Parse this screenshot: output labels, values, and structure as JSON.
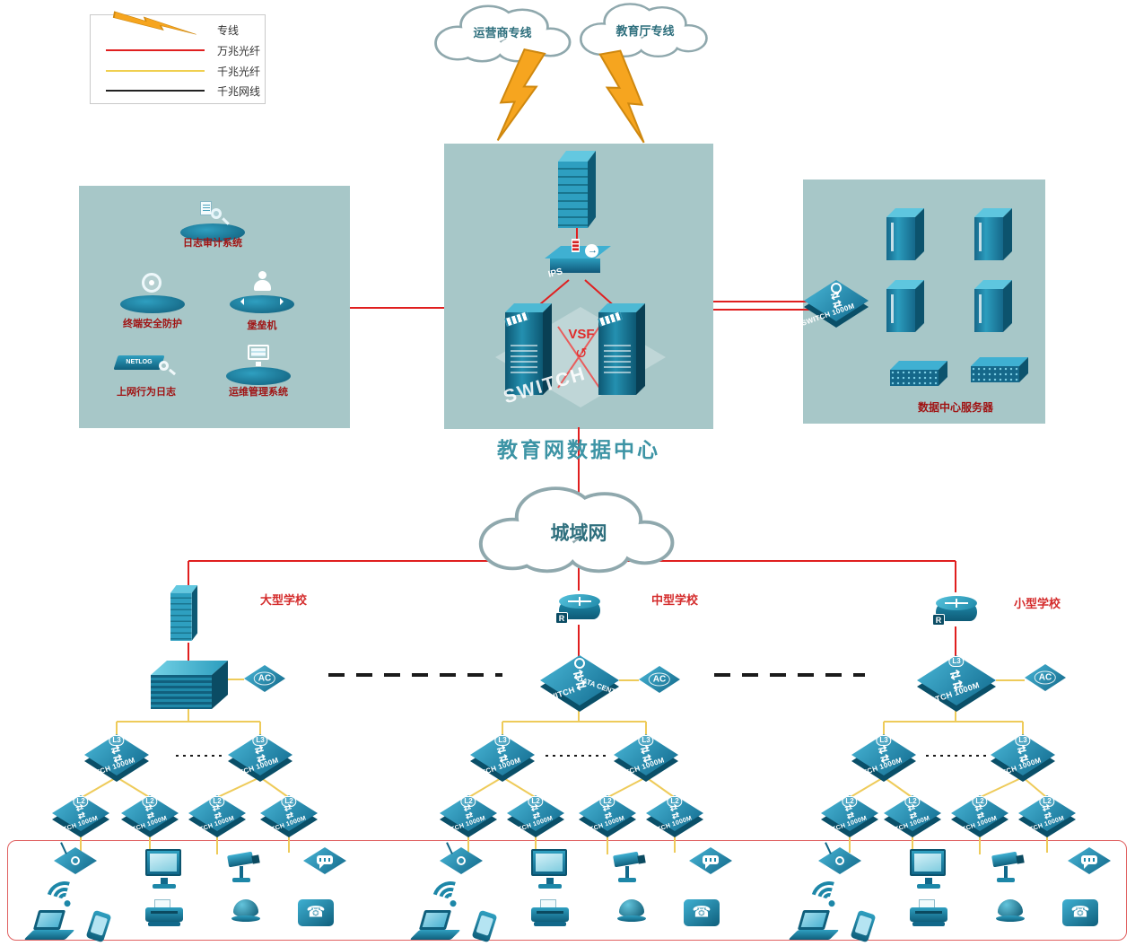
{
  "legend": {
    "items": [
      {
        "label": "专线"
      },
      {
        "label": "万兆光纤"
      },
      {
        "label": "千兆光纤"
      },
      {
        "label": "千兆网线"
      }
    ]
  },
  "clouds": {
    "isp": "运营商专线",
    "edu": "教育厅专线",
    "man": "城域网"
  },
  "dc": {
    "title": "教育网数据中心",
    "ips": "IPS",
    "vsf": "VSF",
    "switch_watermark": "SWITCH"
  },
  "security": {
    "items": [
      {
        "label": "日志审计系统"
      },
      {
        "label": "终端安全防护"
      },
      {
        "label": "堡垒机"
      },
      {
        "label": "上网行为日志",
        "device_text": "NETLOG"
      },
      {
        "label": "运维管理系统"
      }
    ]
  },
  "servers": {
    "title": "数据中心服务器",
    "switch_label": "SWITCH 1000M"
  },
  "schools": [
    {
      "name": "大型学校"
    },
    {
      "name": "中型学校",
      "core_label_line1": "SWITCH",
      "core_label_line2": "DATA CENTER"
    },
    {
      "name": "小型学校"
    }
  ],
  "labels": {
    "l3": "L3",
    "l2": "L2",
    "sw1000": "SWITCH 1000M",
    "ac": "AC",
    "r": "R"
  },
  "colors": {
    "fiber_10g": "#e01f1f",
    "fiber_1g": "#eecb5a",
    "cat_cable": "#1b1b1b",
    "dedicated_line": "#f6a51f",
    "device_teal": "#1d87a8",
    "panel_bg": "#a7c7c8"
  }
}
